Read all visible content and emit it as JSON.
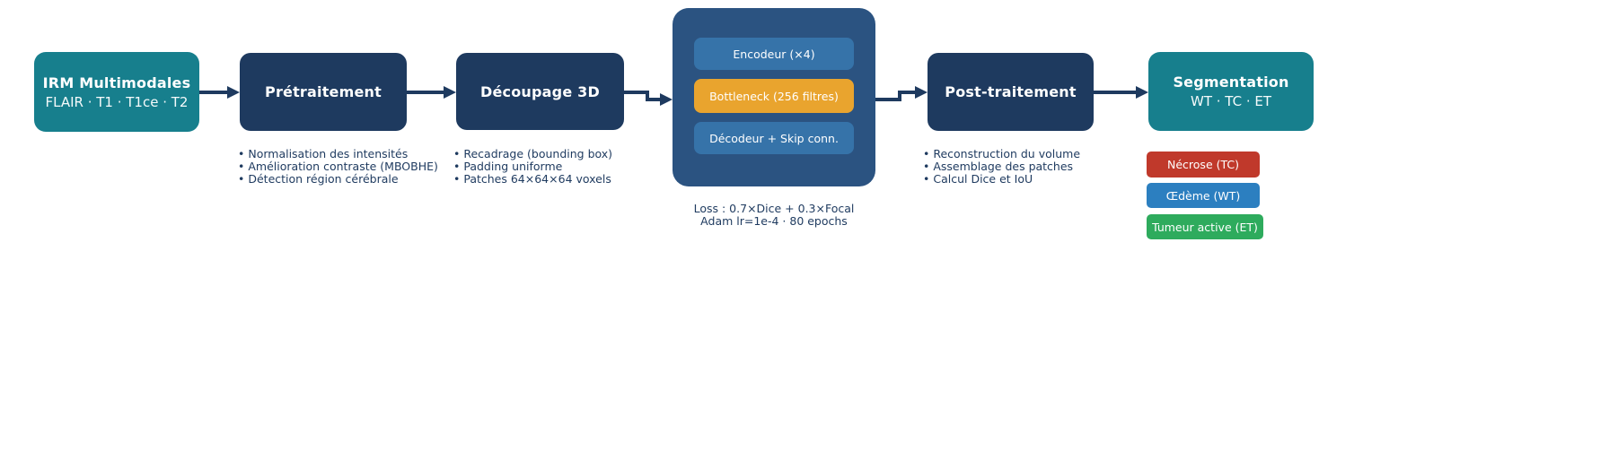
{
  "colors": {
    "teal": "#177f8d",
    "navy": "#1e3a5f",
    "unet_container": "#2b5381",
    "unet_block_blue": "#3673a9",
    "unet_block_orange": "#e9a42e",
    "badge_red": "#c0392b",
    "badge_blue": "#2c7fc0",
    "badge_green": "#2eab5d",
    "annotation_text": "#1e3a5f"
  },
  "diagram": {
    "input": {
      "title": "IRM Multimodales",
      "subtitle": "FLAIR · T1 · T1ce · T2"
    },
    "preprocessing": {
      "title": "Prétraitement",
      "bullets": [
        "• Normalisation des intensités",
        "• Amélioration contraste (MBOBHE)",
        "• Détection région cérébrale"
      ]
    },
    "patching": {
      "title": "Découpage 3D",
      "bullets": [
        "• Recadrage (bounding box)",
        "• Padding uniforme",
        "• Patches 64×64×64 voxels"
      ]
    },
    "unet": {
      "blocks": [
        "Encodeur (×4)",
        "Bottleneck (256 filtres)",
        "Décodeur + Skip conn."
      ],
      "notes": [
        "Loss : 0.7×Dice + 0.3×Focal",
        "Adam lr=1e-4 · 80 epochs"
      ]
    },
    "postprocessing": {
      "title": "Post-traitement",
      "bullets": [
        "• Reconstruction du volume",
        "• Assemblage des patches",
        "• Calcul Dice et IoU"
      ]
    },
    "segmentation": {
      "title": "Segmentation",
      "subtitle": "WT · TC · ET",
      "badges": [
        "Nécrose (TC)",
        "Œdème (WT)",
        "Tumeur active (ET)"
      ]
    }
  }
}
